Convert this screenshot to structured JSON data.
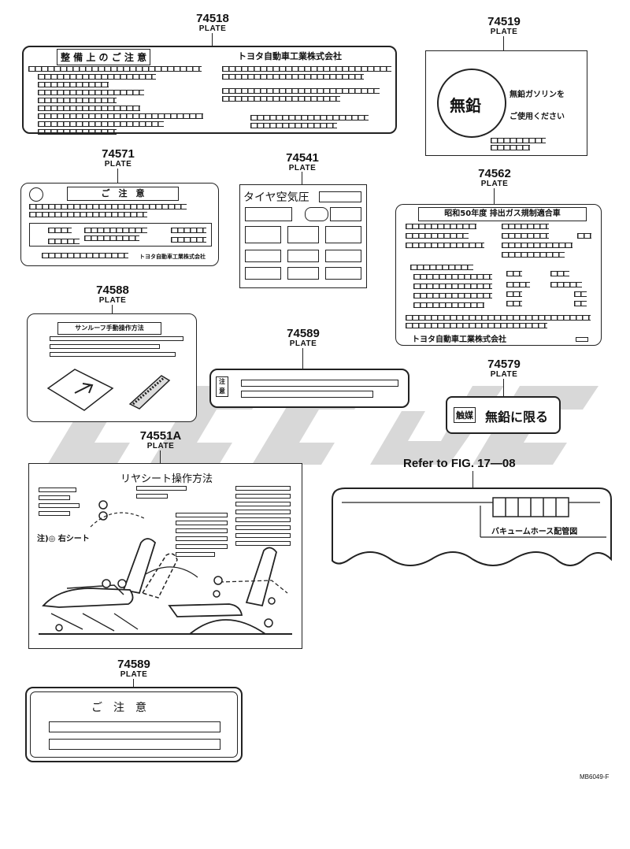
{
  "plate_word": "PLATE",
  "parts": {
    "p74518": "74518",
    "p74519": "74519",
    "p74571": "74571",
    "p74541": "74541",
    "p74562": "74562",
    "p74588": "74588",
    "p74589a": "74589",
    "p74579": "74579",
    "p74551a": "74551A",
    "p74589b": "74589"
  },
  "labels": {
    "l74518_title": "整 備 上 の ご 注 意",
    "l74518_maker": "トヨタ自動車工業株式会社",
    "l74519_circle": "無鉛",
    "l74519_line1": "無鉛ガソリンを",
    "l74519_line2": "ご使用ください",
    "l74571_title": "ご　注　意",
    "l74571_maker": "トヨタ自動車工業株式会社",
    "l74541_title": "タイヤ空気圧",
    "l74562_title": "昭和50年度 排出ガス規制適合車",
    "l74562_maker": "トヨタ自動車工業株式会社",
    "l74588_title": "サンルーフ手動操作方法",
    "l74589a_tag": "注意",
    "l74579_box": "触媒",
    "l74579_text": "無鉛に限る",
    "l74551a_title": "リヤシート操作方法",
    "l74551a_note": "注)◎ 右シート",
    "l74589b_title": "ご　注　意",
    "vacuum_label": "バキュームホース配管図"
  },
  "refer_text": "Refer to FIG. 17—08",
  "figure_code": "MB6049-F"
}
